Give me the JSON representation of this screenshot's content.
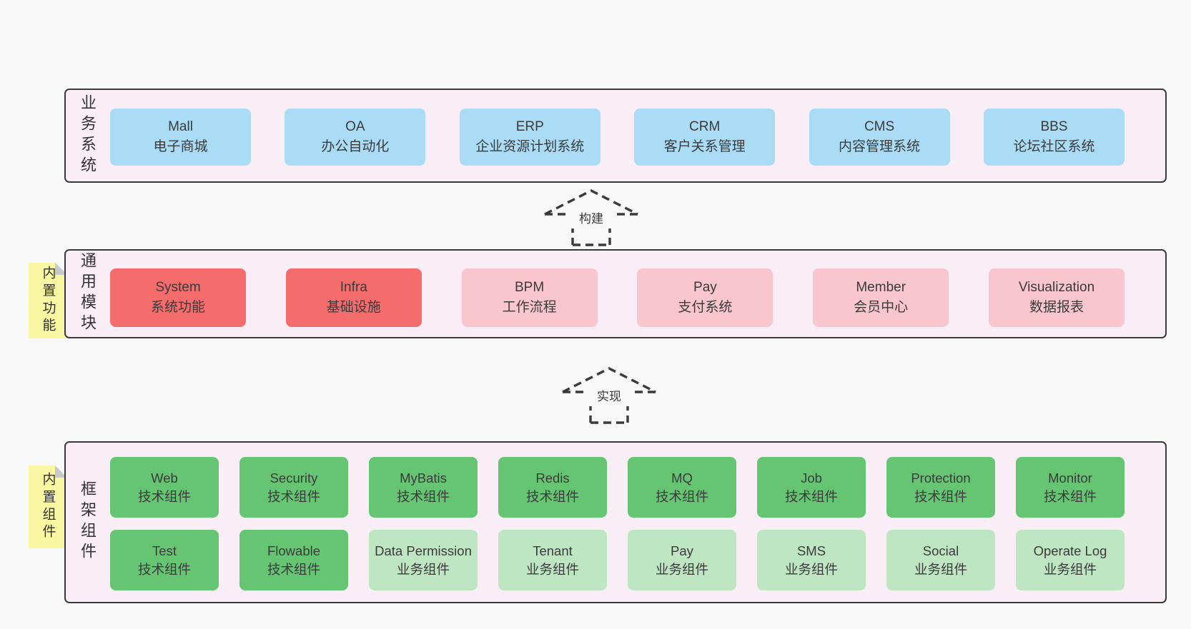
{
  "colors": {
    "page-bg": "#f8f8f8",
    "section-bg": "#f9edf6",
    "section-border": "#3a3a3a",
    "blue": "#aadcf6",
    "red": "#f56c6c",
    "pink": "#f9c5cf",
    "green": "#65c573",
    "lightgreen": "#bfe6c3",
    "sticky": "#f9f7a1",
    "fold": "#c9c9c9",
    "arrow": "#3a3a3a"
  },
  "sections": [
    {
      "id": "business",
      "label": "业务系统",
      "rows": [
        [
          {
            "title": "Mall",
            "subtitle": "电子商城",
            "variant": "blue"
          },
          {
            "title": "OA",
            "subtitle": "办公自动化",
            "variant": "blue"
          },
          {
            "title": "ERP",
            "subtitle": "企业资源计划系统",
            "variant": "blue"
          },
          {
            "title": "CRM",
            "subtitle": "客户关系管理",
            "variant": "blue"
          },
          {
            "title": "CMS",
            "subtitle": "内容管理系统",
            "variant": "blue"
          },
          {
            "title": "BBS",
            "subtitle": "论坛社区系统",
            "variant": "blue"
          }
        ]
      ]
    },
    {
      "id": "common",
      "label": "通用模块",
      "sticky": "内置功能",
      "rows": [
        [
          {
            "title": "System",
            "subtitle": "系统功能",
            "variant": "red"
          },
          {
            "title": "Infra",
            "subtitle": "基础设施",
            "variant": "red"
          },
          {
            "title": "BPM",
            "subtitle": "工作流程",
            "variant": "pink"
          },
          {
            "title": "Pay",
            "subtitle": "支付系统",
            "variant": "pink"
          },
          {
            "title": "Member",
            "subtitle": "会员中心",
            "variant": "pink"
          },
          {
            "title": "Visualization",
            "subtitle": "数据报表",
            "variant": "pink"
          }
        ]
      ]
    },
    {
      "id": "framework",
      "label": "框架组件",
      "sticky": "内置组件",
      "rows": [
        [
          {
            "title": "Web",
            "subtitle": "技术组件",
            "variant": "green"
          },
          {
            "title": "Security",
            "subtitle": "技术组件",
            "variant": "green"
          },
          {
            "title": "MyBatis",
            "subtitle": "技术组件",
            "variant": "green"
          },
          {
            "title": "Redis",
            "subtitle": "技术组件",
            "variant": "green"
          },
          {
            "title": "MQ",
            "subtitle": "技术组件",
            "variant": "green"
          },
          {
            "title": "Job",
            "subtitle": "技术组件",
            "variant": "green"
          },
          {
            "title": "Protection",
            "subtitle": "技术组件",
            "variant": "green"
          },
          {
            "title": "Monitor",
            "subtitle": "技术组件",
            "variant": "green"
          }
        ],
        [
          {
            "title": "Test",
            "subtitle": "技术组件",
            "variant": "green"
          },
          {
            "title": "Flowable",
            "subtitle": "技术组件",
            "variant": "green"
          },
          {
            "title": "Data Permission",
            "subtitle": "业务组件",
            "variant": "lightgreen"
          },
          {
            "title": "Tenant",
            "subtitle": "业务组件",
            "variant": "lightgreen"
          },
          {
            "title": "Pay",
            "subtitle": "业务组件",
            "variant": "lightgreen"
          },
          {
            "title": "SMS",
            "subtitle": "业务组件",
            "variant": "lightgreen"
          },
          {
            "title": "Social",
            "subtitle": "业务组件",
            "variant": "lightgreen"
          },
          {
            "title": "Operate Log",
            "subtitle": "业务组件",
            "variant": "lightgreen"
          }
        ]
      ]
    }
  ],
  "arrows": [
    {
      "label": "构建"
    },
    {
      "label": "实现"
    }
  ]
}
